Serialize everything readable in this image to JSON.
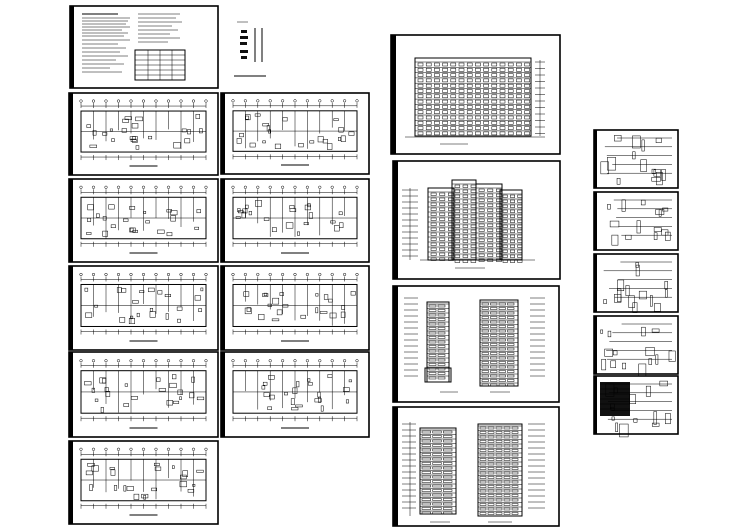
{
  "app": {
    "title": "",
    "background": "#ffffff",
    "ink": "#000000"
  },
  "sheets": [
    {
      "id": "design-notes",
      "kind": "text-notes"
    },
    {
      "id": "drawing-index",
      "kind": "index"
    },
    {
      "id": "plan-1",
      "kind": "floor-plan"
    },
    {
      "id": "plan-2",
      "kind": "floor-plan"
    },
    {
      "id": "plan-3",
      "kind": "floor-plan"
    },
    {
      "id": "plan-4",
      "kind": "floor-plan"
    },
    {
      "id": "plan-5",
      "kind": "floor-plan"
    },
    {
      "id": "plan-6",
      "kind": "floor-plan"
    },
    {
      "id": "plan-7",
      "kind": "floor-plan"
    },
    {
      "id": "plan-8",
      "kind": "floor-plan"
    },
    {
      "id": "plan-9",
      "kind": "floor-plan"
    },
    {
      "id": "elevation-front",
      "kind": "elevation"
    },
    {
      "id": "elevation-perspective",
      "kind": "elevation"
    },
    {
      "id": "elevation-sides",
      "kind": "elevation"
    },
    {
      "id": "elevation-sections",
      "kind": "section"
    },
    {
      "id": "detail-1",
      "kind": "detail"
    },
    {
      "id": "detail-2",
      "kind": "detail"
    },
    {
      "id": "detail-3",
      "kind": "detail"
    },
    {
      "id": "detail-4",
      "kind": "detail"
    },
    {
      "id": "detail-5",
      "kind": "detail"
    }
  ]
}
